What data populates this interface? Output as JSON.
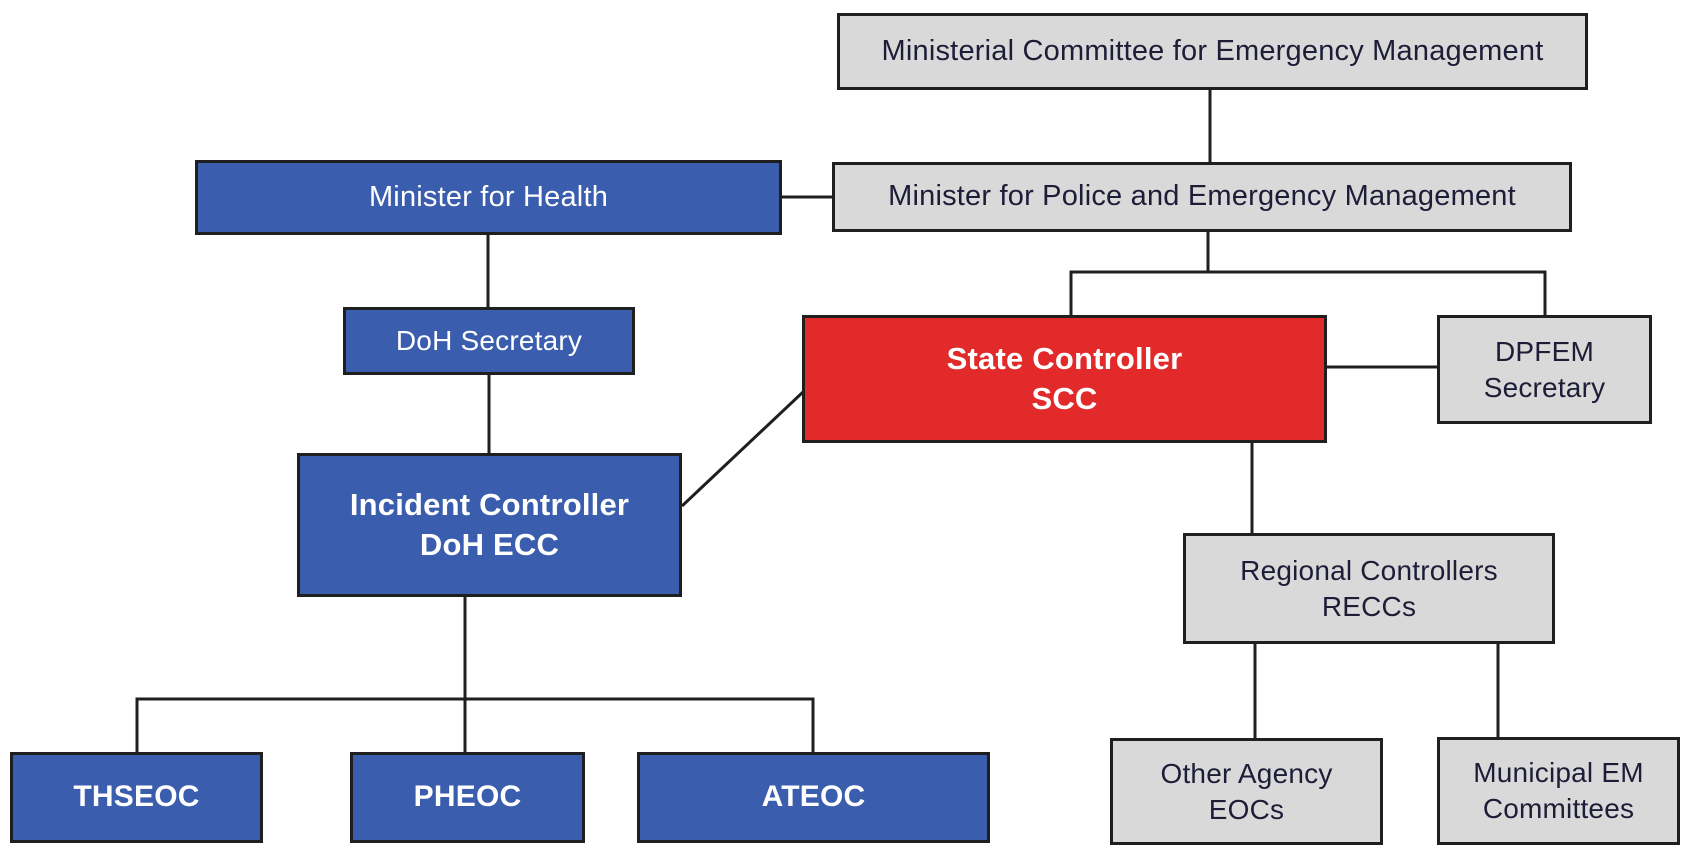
{
  "colors": {
    "blue": "#3a5dad",
    "red": "#e32a2b",
    "gray": "#d9d9d9",
    "border": "#1f1f1f",
    "text_dark": "#1d1d38",
    "text_light": "#ffffff",
    "background": "#ffffff"
  },
  "diagram": {
    "nodes": {
      "ministerial_committee": {
        "label": "Ministerial Committee for Emergency Management"
      },
      "minister_health": {
        "label": "Minister for Health"
      },
      "minister_police": {
        "label": "Minister for Police and Emergency Management"
      },
      "doh_secretary": {
        "label": "DoH Secretary"
      },
      "state_controller": {
        "line1": "State Controller",
        "line2": "SCC"
      },
      "dpfem_secretary": {
        "line1": "DPFEM",
        "line2": "Secretary"
      },
      "incident_controller": {
        "line1": "Incident Controller",
        "line2": "DoH ECC"
      },
      "regional_controllers": {
        "line1": "Regional Controllers",
        "line2": "RECCs"
      },
      "thseoc": {
        "label": "THSEOC"
      },
      "pheoc": {
        "label": "PHEOC"
      },
      "ateoc": {
        "label": "ATEOC"
      },
      "other_agency_eocs": {
        "line1": "Other Agency",
        "line2": "EOCs"
      },
      "municipal_em_committees": {
        "line1": "Municipal EM",
        "line2": "Committees"
      }
    }
  }
}
